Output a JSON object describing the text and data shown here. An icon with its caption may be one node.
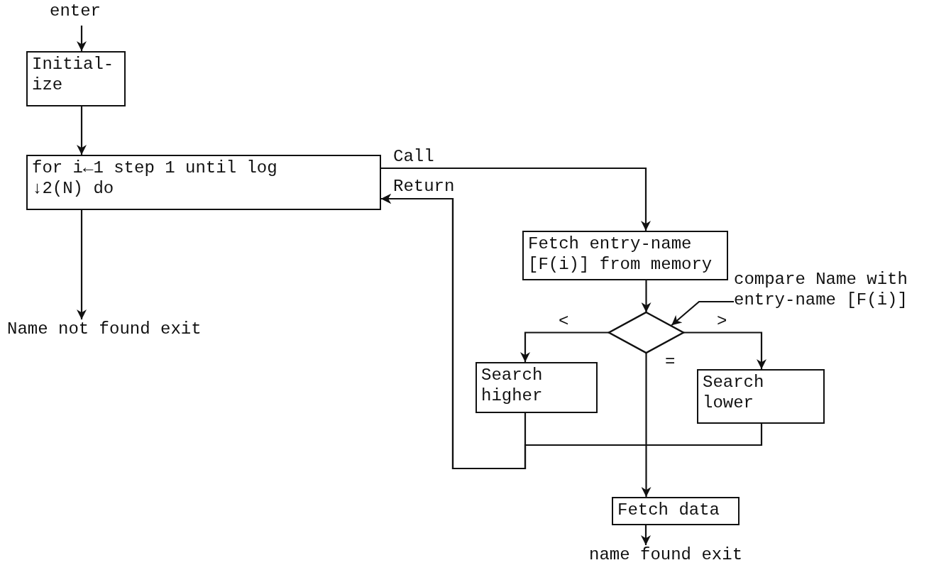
{
  "diagram": {
    "nodes": [
      {
        "text": [
          "enter"
        ]
      },
      {
        "text": [
          "Initial-ize"
        ]
      },
      {
        "text": [
          "for i←1 step 1 until log ↓2(N) do"
        ]
      },
      {
        "text": [
          "Name not found exit"
        ]
      },
      {
        "text": [
          "Fetch entry-name [F(i)] from memory"
        ]
      },
      {
        "text": [],
        "shape": "diamond"
      },
      {
        "text": [
          "compare Name with entry-name [F(i)]"
        ]
      },
      {
        "text": [
          "Search higher"
        ]
      },
      {
        "text": [
          "Search lower"
        ]
      },
      {
        "text": [
          "Fetch data"
        ]
      },
      {
        "text": [
          "name found exit"
        ]
      }
    ],
    "edges": [
      {
        "from": 0,
        "to": 1,
        "arrow": "to"
      },
      {
        "from": 1,
        "to": 2,
        "arrow": "to"
      },
      {
        "from": 2,
        "to": 3,
        "arrow": "to"
      },
      {
        "from": 2,
        "to": 4,
        "arrow": "to",
        "label": "Call"
      },
      {
        "from": 7,
        "to": 2,
        "arrow": "to",
        "label": "Return"
      },
      {
        "from": 8,
        "to": 2,
        "arrow": "to"
      },
      {
        "from": 4,
        "to": 5,
        "arrow": "to"
      },
      {
        "from": 5,
        "to": 7,
        "arrow": "to",
        "label": "<"
      },
      {
        "from": 5,
        "to": 8,
        "arrow": "to",
        "label": ">"
      },
      {
        "from": 5,
        "to": 9,
        "arrow": "to",
        "label": "="
      },
      {
        "from": 9,
        "to": 10,
        "arrow": "to"
      },
      {
        "from": 6,
        "to": 5,
        "arrow": "to"
      }
    ]
  }
}
